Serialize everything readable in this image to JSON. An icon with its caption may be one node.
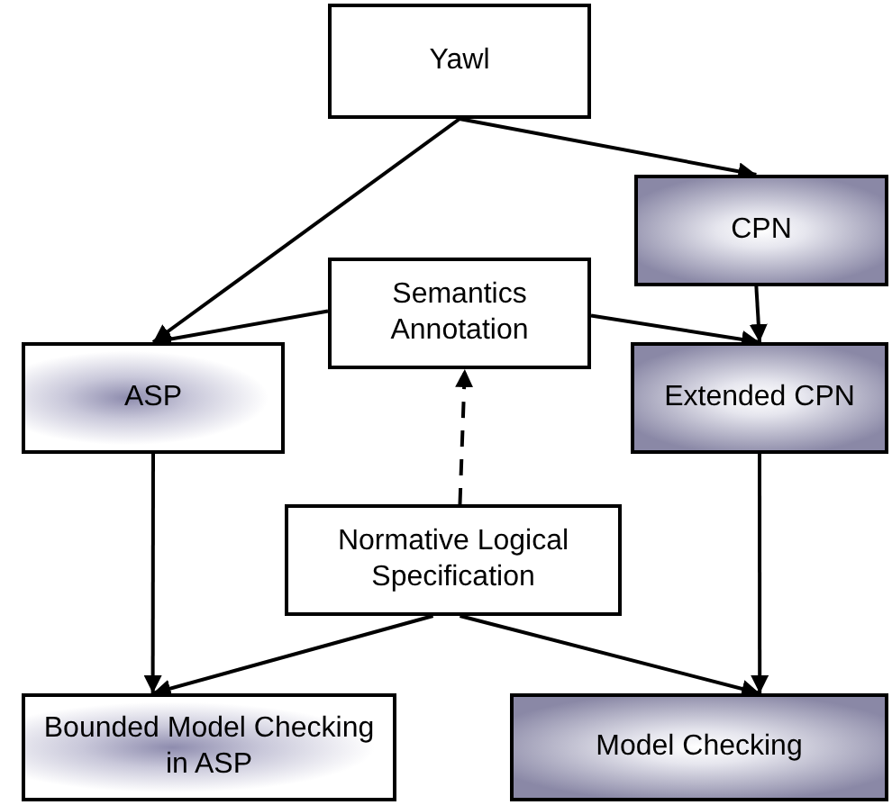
{
  "diagram": {
    "nodes": [
      {
        "text": [
          "Yawl"
        ]
      },
      {
        "text": [
          "CPN"
        ]
      },
      {
        "text": [
          "Semantics Annotation"
        ]
      },
      {
        "text": [
          "ASP"
        ]
      },
      {
        "text": [
          "Extended CPN"
        ]
      },
      {
        "text": [
          "Normative Logical Specification"
        ]
      },
      {
        "text": [
          "Bounded Model Checking in ASP"
        ]
      },
      {
        "text": [
          "Model Checking"
        ]
      }
    ],
    "edges": [
      {
        "from": 0,
        "to": 3,
        "arrow": "to"
      },
      {
        "from": 0,
        "to": 1,
        "arrow": "to"
      },
      {
        "from": 2,
        "to": 3,
        "arrow": "to"
      },
      {
        "from": 2,
        "to": 4,
        "arrow": "to"
      },
      {
        "from": 1,
        "to": 4,
        "arrow": "to"
      },
      {
        "from": 5,
        "to": 2,
        "arrow": "to",
        "style": "dashed"
      },
      {
        "from": 3,
        "to": 6,
        "arrow": "to"
      },
      {
        "from": 5,
        "to": 6,
        "arrow": "to"
      },
      {
        "from": 5,
        "to": 7,
        "arrow": "to"
      },
      {
        "from": 4,
        "to": 7,
        "arrow": "to"
      }
    ]
  }
}
